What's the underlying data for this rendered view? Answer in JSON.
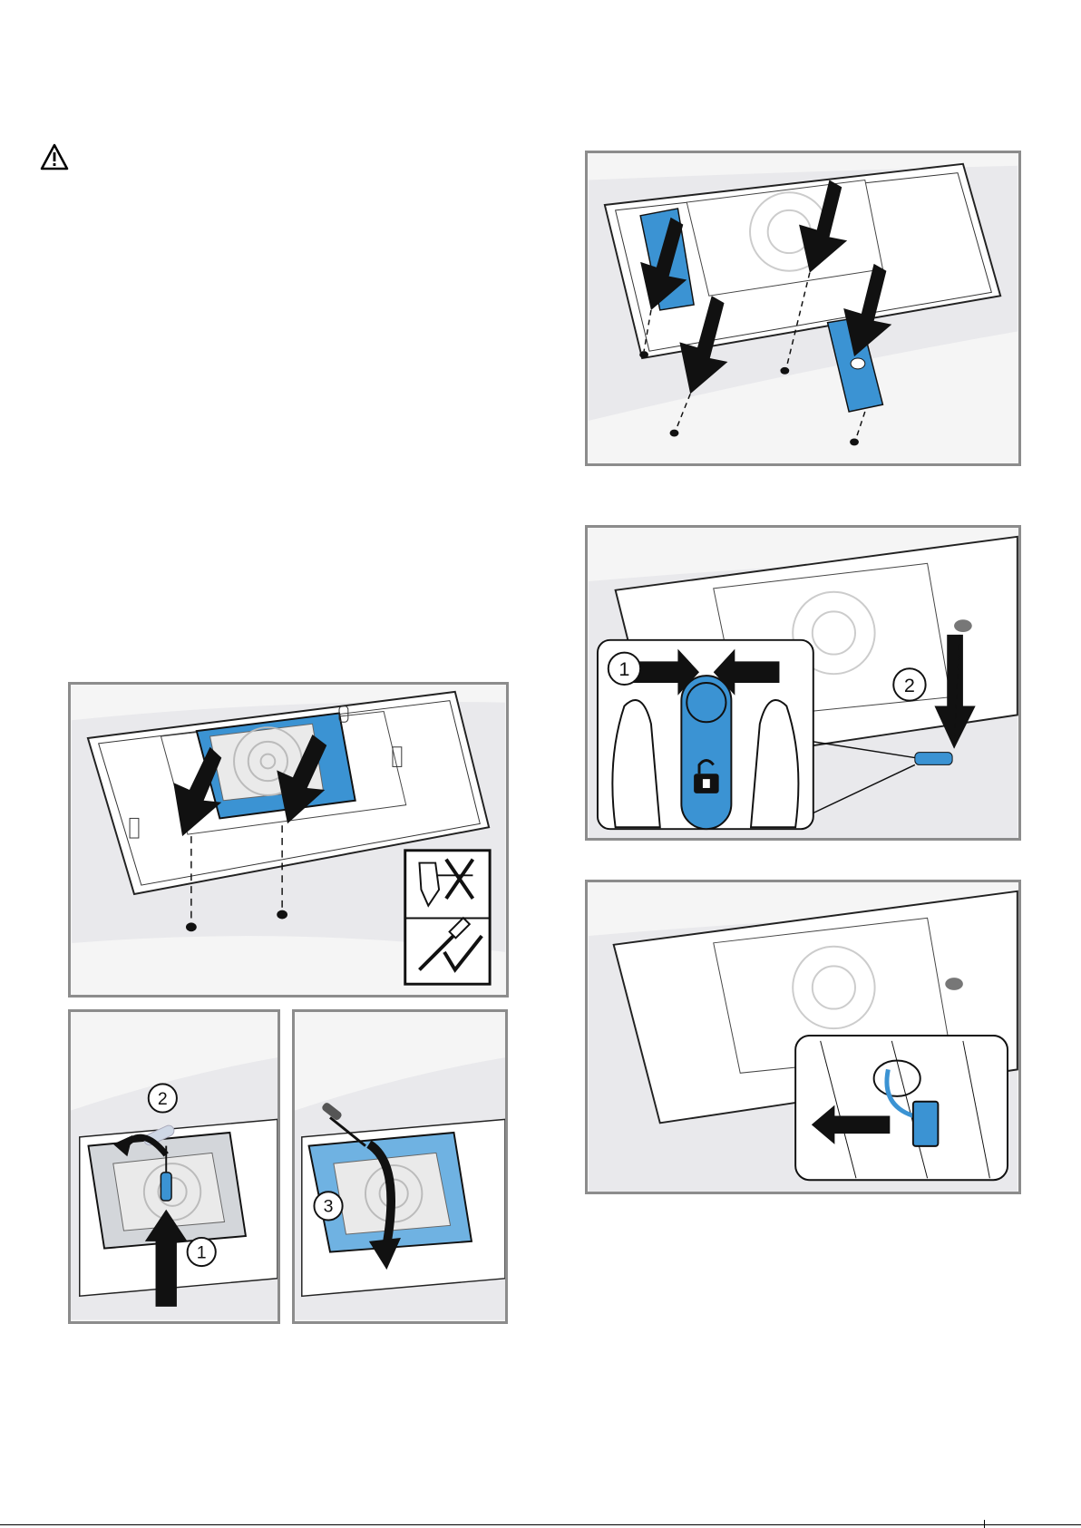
{
  "warning": {
    "icon": "warning-triangle-icon"
  },
  "figures": {
    "fig1": {
      "step_labels": []
    },
    "fig2": {
      "step_labels": [
        "2",
        "1"
      ]
    },
    "fig3": {
      "step_labels": [
        "3"
      ]
    },
    "fig4": {
      "step_labels": []
    },
    "fig5": {
      "step_labels": [
        "1",
        "2"
      ]
    },
    "fig6": {
      "step_labels": []
    }
  },
  "colors": {
    "accent_blue": "#3b93d3",
    "frame_gray": "#8c8c8c",
    "panel_bg": "#f5f5f5",
    "ink": "#1a1a1a"
  }
}
